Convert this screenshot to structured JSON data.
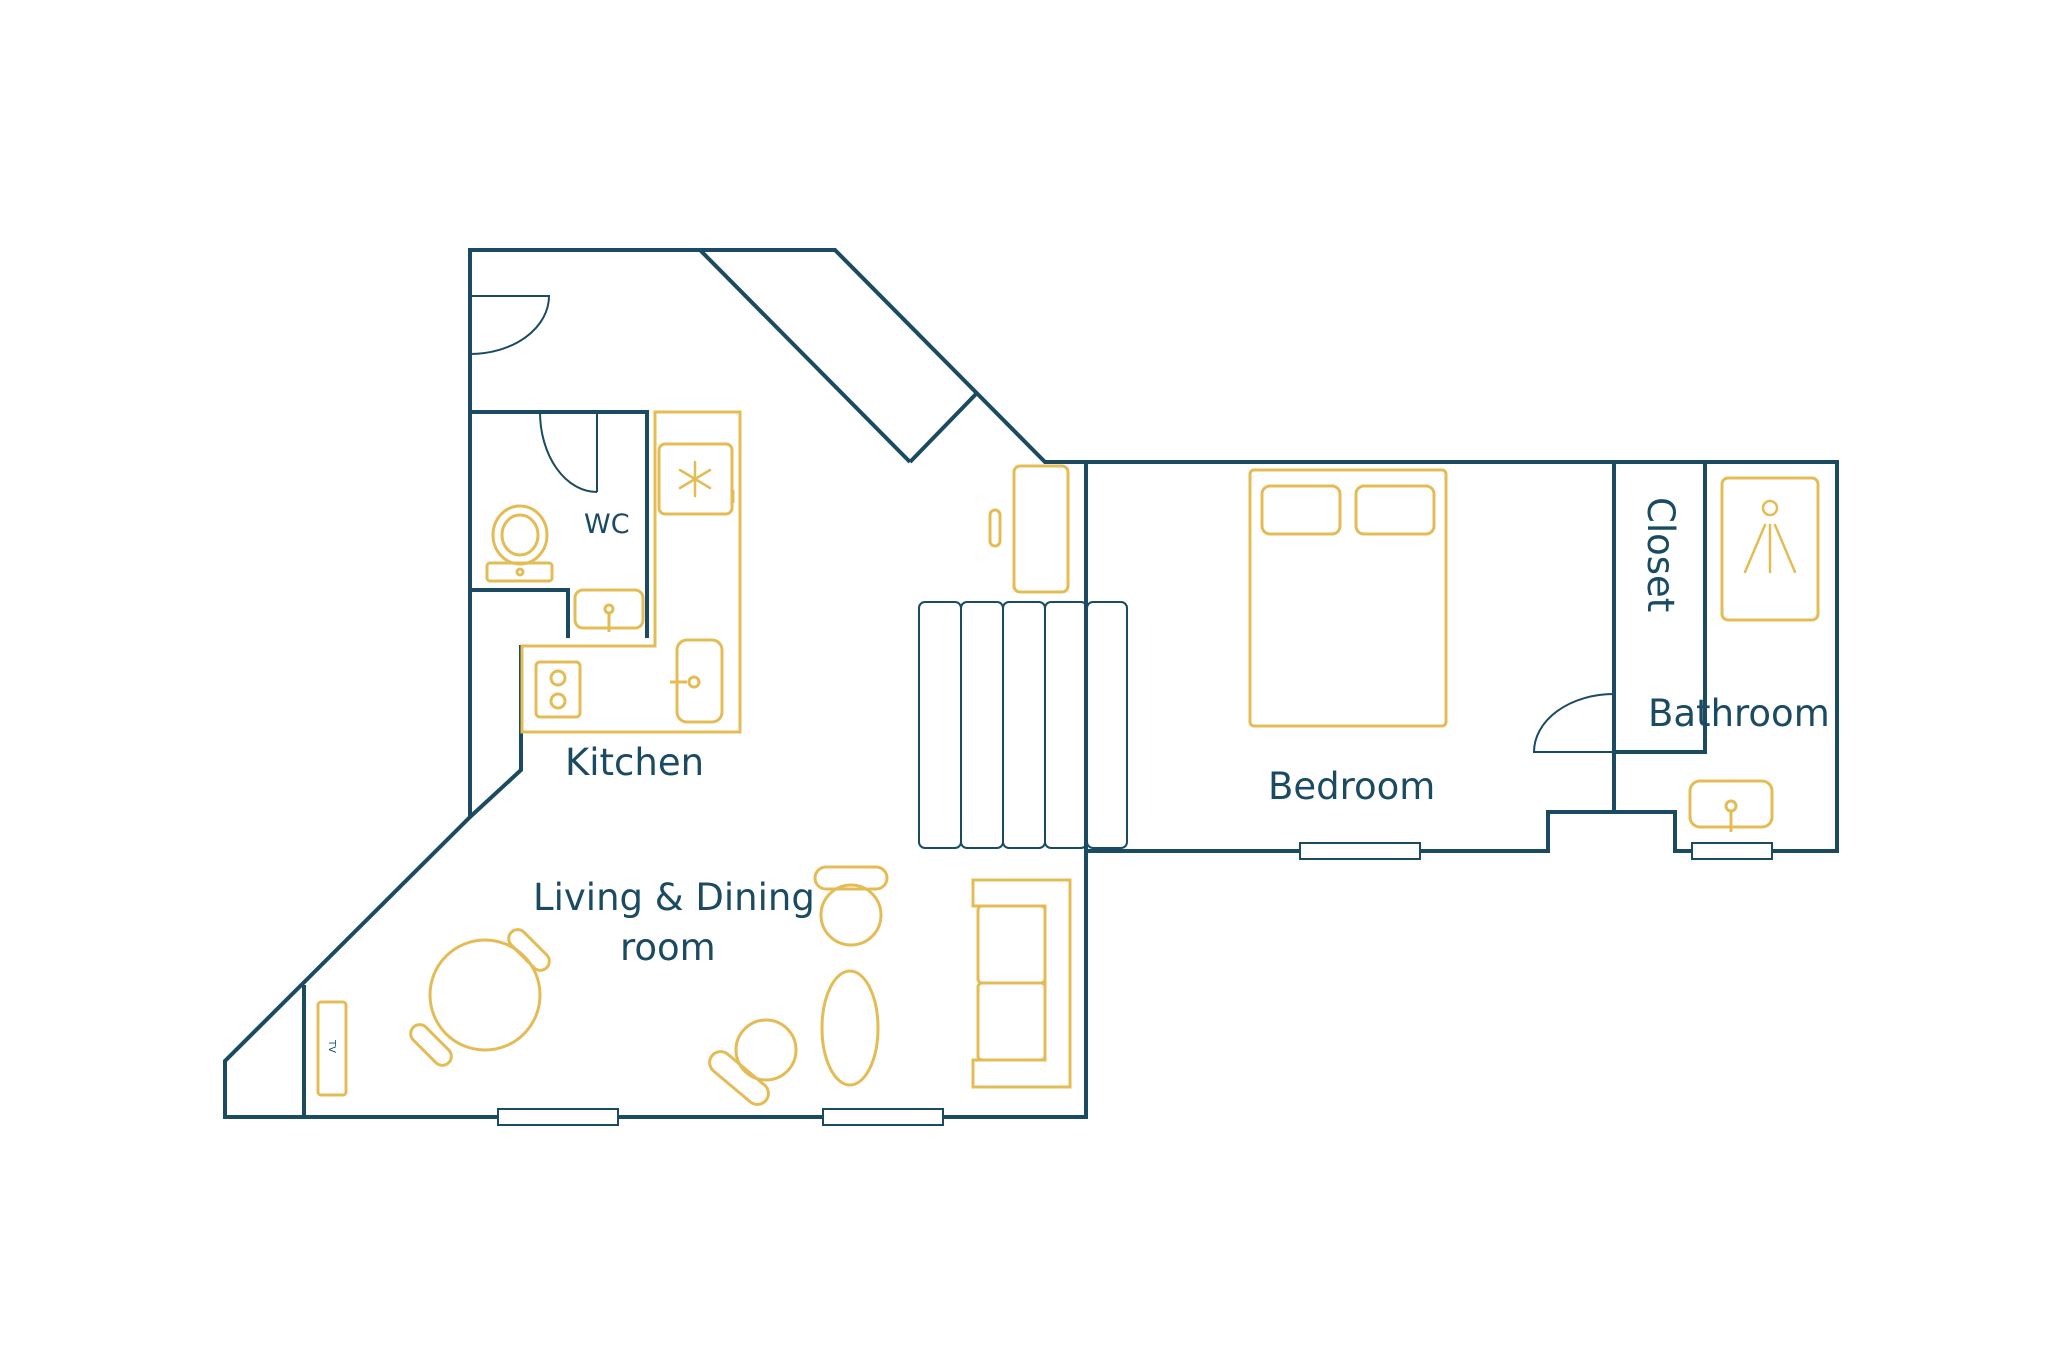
{
  "colors": {
    "wall": "#1a4b63",
    "furniture": "#e3bc55",
    "background": "#ffffff"
  },
  "rooms": {
    "wc": "WC",
    "kitchen": "Kitchen",
    "living_line1": "Living & Dining",
    "living_line2": "room",
    "bedroom": "Bedroom",
    "closet": "Closet",
    "bathroom": "Bathroom"
  },
  "fixtures": {
    "tv": "TV"
  },
  "icons": {
    "fridge": "snowflake-icon",
    "shower": "shower-icon"
  }
}
